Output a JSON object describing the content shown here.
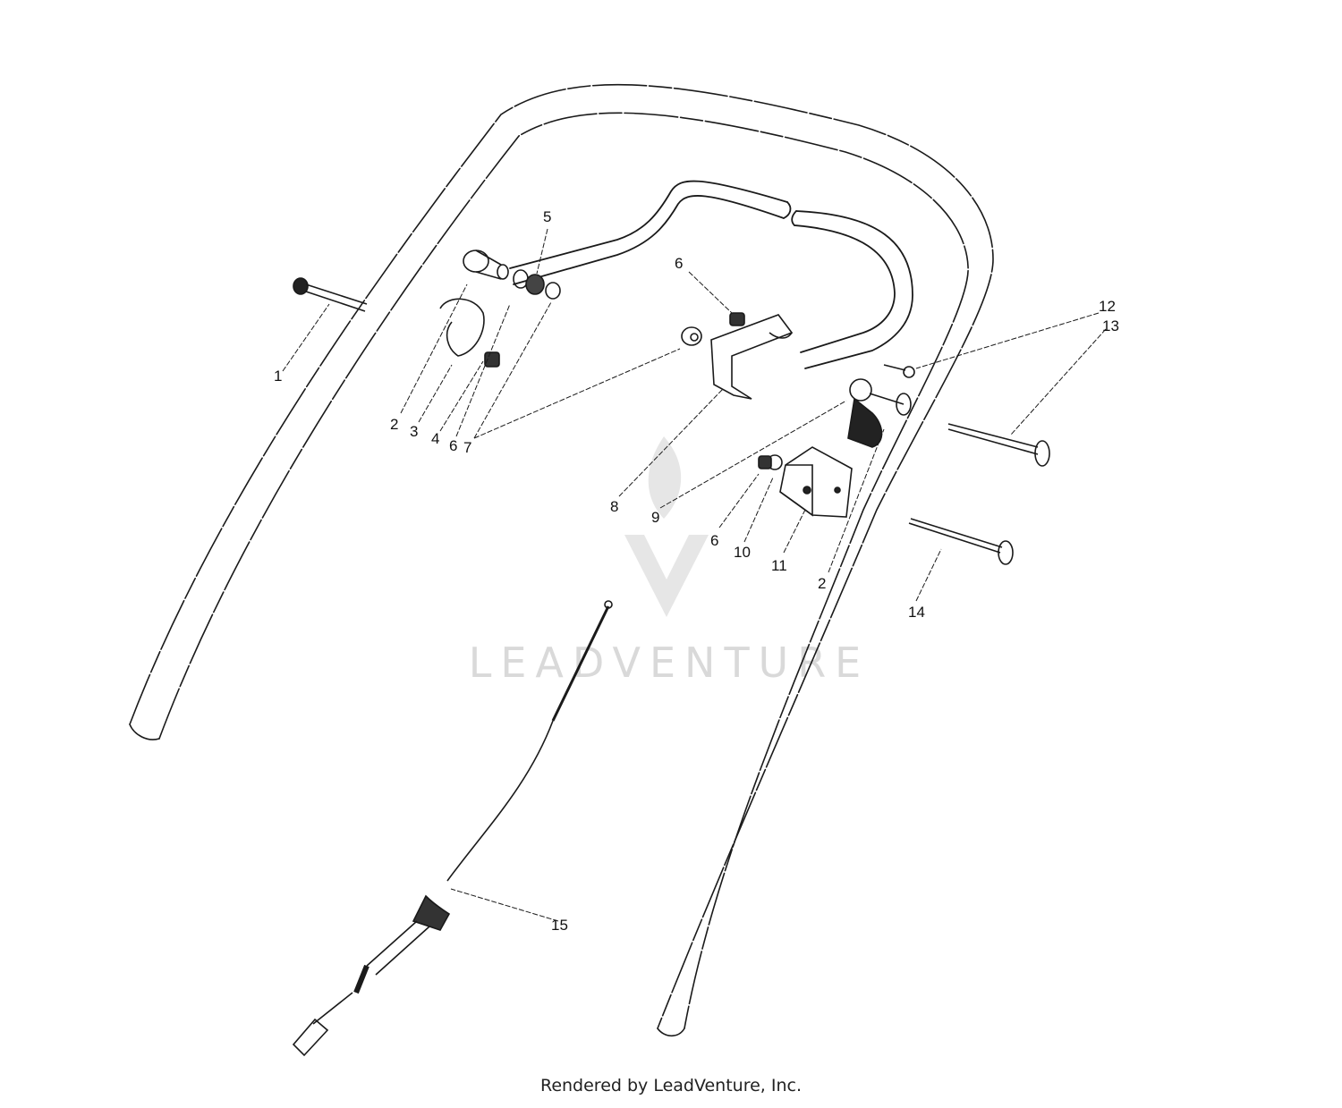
{
  "watermark": {
    "brand": "LEADVENTURE"
  },
  "footer": {
    "credit": "Rendered by LeadVenture, Inc."
  },
  "callouts": {
    "c1": "1",
    "c2a": "2",
    "c3": "3",
    "c4": "4",
    "c5": "5",
    "c6a": "6",
    "c6b": "6",
    "c7": "7",
    "c6c": "6",
    "c8": "8",
    "c9": "9",
    "c10": "10",
    "c11": "11",
    "c2b": "2",
    "c12": "12",
    "c13": "13",
    "c14": "14",
    "c15": "15"
  },
  "colors": {
    "line": "#1a1a1a",
    "watermark": "#d9d9d9"
  }
}
